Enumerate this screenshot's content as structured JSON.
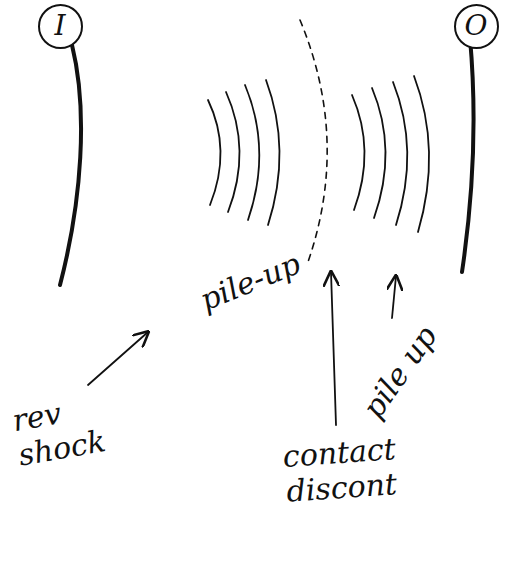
{
  "diagram": {
    "nodes": [
      {
        "text": [
          "I"
        ]
      },
      {
        "text": [
          "O"
        ]
      }
    ],
    "labels": [
      "rev shock",
      "pile-up",
      "pile up",
      "contact discont"
    ]
  }
}
